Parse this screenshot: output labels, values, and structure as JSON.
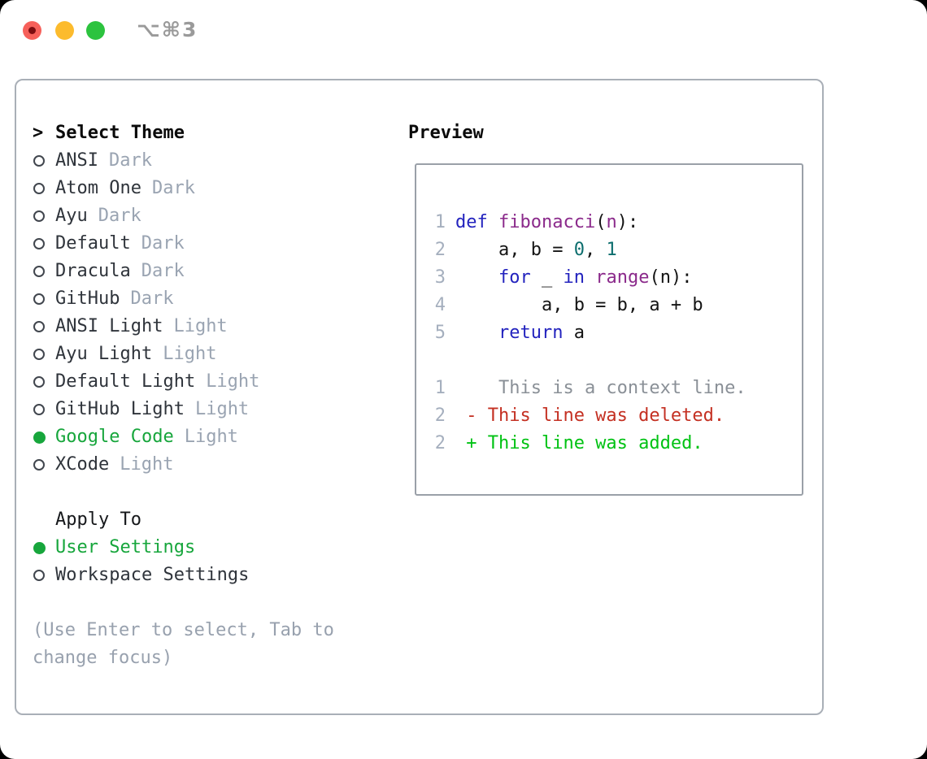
{
  "window": {
    "title": "⌥⌘3",
    "traffic_lights": [
      "close",
      "minimize",
      "zoom"
    ]
  },
  "theme_picker": {
    "prompt": ">",
    "title": "Select Theme",
    "themes": [
      {
        "name": "ANSI",
        "variant": "Dark",
        "selected": false
      },
      {
        "name": "Atom One",
        "variant": "Dark",
        "selected": false
      },
      {
        "name": "Ayu",
        "variant": "Dark",
        "selected": false
      },
      {
        "name": "Default",
        "variant": "Dark",
        "selected": false
      },
      {
        "name": "Dracula",
        "variant": "Dark",
        "selected": false
      },
      {
        "name": "GitHub",
        "variant": "Dark",
        "selected": false
      },
      {
        "name": "ANSI Light",
        "variant": "Light",
        "selected": false
      },
      {
        "name": "Ayu Light",
        "variant": "Light",
        "selected": false
      },
      {
        "name": "Default Light",
        "variant": "Light",
        "selected": false
      },
      {
        "name": "GitHub Light",
        "variant": "Light",
        "selected": false
      },
      {
        "name": "Google Code",
        "variant": "Light",
        "selected": true
      },
      {
        "name": "XCode",
        "variant": "Light",
        "selected": false
      }
    ],
    "apply_to": {
      "label": "Apply To",
      "options": [
        {
          "name": "User Settings",
          "selected": true
        },
        {
          "name": "Workspace Settings",
          "selected": false
        }
      ]
    },
    "hint_line1": "(Use Enter to select, Tab to",
    "hint_line2": "change focus)"
  },
  "preview": {
    "label": "Preview",
    "code_lines": [
      {
        "number": "1",
        "tokens": [
          {
            "text": "def",
            "type": "k"
          },
          {
            "text": " ",
            "type": "p"
          },
          {
            "text": "fibonacci",
            "type": "t"
          },
          {
            "text": "(",
            "type": "p"
          },
          {
            "text": "n",
            "type": "t"
          },
          {
            "text": "):",
            "type": "p"
          }
        ]
      },
      {
        "number": "2",
        "tokens": [
          {
            "text": "    a, b = ",
            "type": "p"
          },
          {
            "text": "0",
            "type": "l"
          },
          {
            "text": ", ",
            "type": "p"
          },
          {
            "text": "1",
            "type": "l"
          }
        ]
      },
      {
        "number": "3",
        "tokens": [
          {
            "text": "    ",
            "type": "p"
          },
          {
            "text": "for",
            "type": "k"
          },
          {
            "text": " _ ",
            "type": "p"
          },
          {
            "text": "in",
            "type": "k"
          },
          {
            "text": " ",
            "type": "p"
          },
          {
            "text": "range",
            "type": "t"
          },
          {
            "text": "(n):",
            "type": "p"
          }
        ]
      },
      {
        "number": "4",
        "tokens": [
          {
            "text": "        a, b = b, a + b",
            "type": "p"
          }
        ]
      },
      {
        "number": "5",
        "tokens": [
          {
            "text": "    ",
            "type": "p"
          },
          {
            "text": "return",
            "type": "k"
          },
          {
            "text": " a",
            "type": "p"
          }
        ]
      }
    ],
    "diff_lines": [
      {
        "number": "1",
        "kind": "ctx",
        "text": "    This is a context line."
      },
      {
        "number": "2",
        "kind": "del",
        "text": " - This line was deleted."
      },
      {
        "number": "2",
        "kind": "add",
        "text": " + This line was added."
      }
    ]
  },
  "colors": {
    "accent_green": "#17a63c",
    "keyword_blue": "#2323be",
    "title_purple": "#8b2a8b",
    "literal_teal": "#0d6e6e",
    "deleted_red": "#c43022",
    "added_green": "#00c213",
    "muted_gray": "#9aa4b2",
    "line_number_gray": "#a5afbe",
    "traffic_red": "#f6605a",
    "traffic_yellow": "#fcbb2d",
    "traffic_green": "#2cc33e"
  }
}
